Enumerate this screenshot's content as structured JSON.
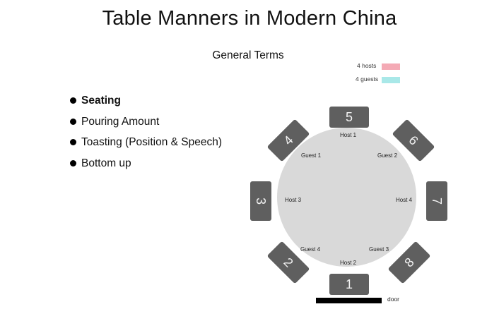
{
  "title": "Table Manners in Modern China",
  "subtitle": "General Terms",
  "legend": [
    {
      "label": "4 hosts",
      "color": "#f4aab5"
    },
    {
      "label": "4 guests",
      "color": "#a9e8e8"
    }
  ],
  "bullets": [
    "Seating",
    "Pouring Amount",
    "Toasting (Position & Speech)",
    "Bottom up"
  ],
  "seats": [
    "1",
    "2",
    "3",
    "4",
    "5",
    "6",
    "7",
    "8"
  ],
  "seat_labels": {
    "host1": "Host 1",
    "host2": "Host 2",
    "host3": "Host 3",
    "host4": "Host  4",
    "guest1": "Guest 1",
    "guest2": "Guest 2",
    "guest3": "Guest 3",
    "guest4": "Guest 4"
  },
  "door_label": "door",
  "colors": {
    "seat": "#5f5f5f",
    "table": "#d9d9d9",
    "door": "#000000"
  }
}
